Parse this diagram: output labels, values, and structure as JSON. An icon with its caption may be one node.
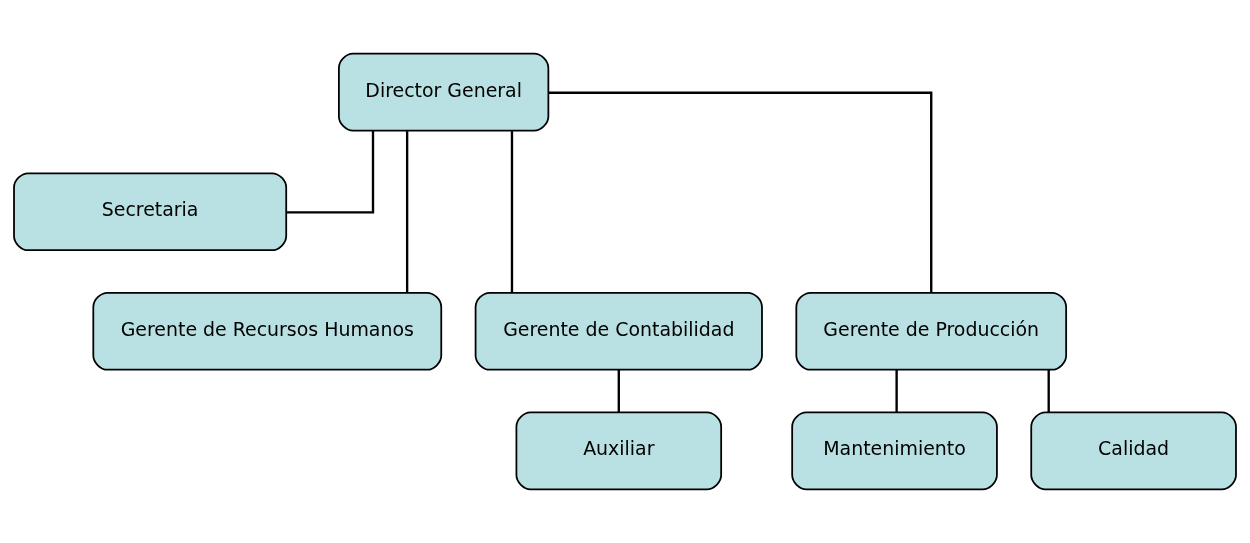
{
  "diagram": {
    "nodes": [
      {
        "text": [
          "Director General"
        ]
      },
      {
        "text": [
          "Secretaria"
        ]
      },
      {
        "text": [
          "Gerente de Recursos Humanos"
        ]
      },
      {
        "text": [
          "Gerente de Contabilidad"
        ]
      },
      {
        "text": [
          "Gerente de Producción"
        ]
      },
      {
        "text": [
          "Auxiliar"
        ]
      },
      {
        "text": [
          "Mantenimiento"
        ]
      },
      {
        "text": [
          "Calidad"
        ]
      }
    ],
    "edges": [
      {
        "from": 0,
        "to": 1,
        "arrow": "none"
      },
      {
        "from": 0,
        "to": 2,
        "arrow": "none"
      },
      {
        "from": 0,
        "to": 3,
        "arrow": "none"
      },
      {
        "from": 0,
        "to": 4,
        "arrow": "none"
      },
      {
        "from": 3,
        "to": 5,
        "arrow": "none"
      },
      {
        "from": 4,
        "to": 6,
        "arrow": "none"
      },
      {
        "from": 4,
        "to": 7,
        "arrow": "none"
      }
    ]
  }
}
